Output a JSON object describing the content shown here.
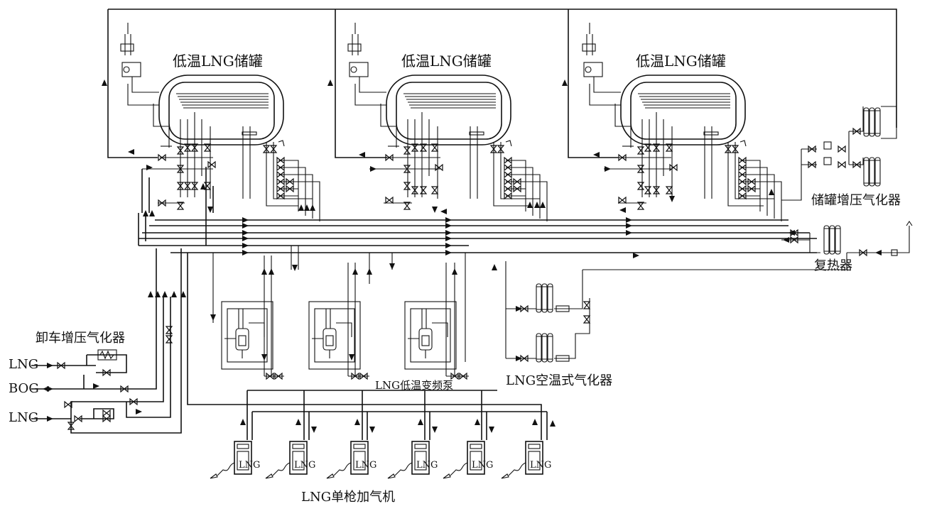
{
  "labels": {
    "tank_1": "低温LNG储罐",
    "tank_2": "低温LNG储罐",
    "tank_3": "低温LNG储罐",
    "tank_pressurizing_vaporizer": "储罐增压气化器",
    "reheater": "复热器",
    "unloading_pressurizing_vaporizer": "卸车增压气化器",
    "inlet_lng_top": "LNG",
    "inlet_bog": "BOG",
    "inlet_lng_bottom": "LNG",
    "pump_label": "LNG低温变频泵",
    "ambient_vaporizer": "LNG空温式气化器",
    "dispenser_label": "LNG单枪加气机"
  },
  "dispensers": [
    {
      "text": "LNG"
    },
    {
      "text": "LNG"
    },
    {
      "text": "LNG"
    },
    {
      "text": "LNG"
    },
    {
      "text": "LNG"
    },
    {
      "text": "LNG"
    }
  ],
  "icons": {
    "tank": "horizontal-cryogenic-tank",
    "valve": "bowtie-valve",
    "vaporizer": "finned-vaporizer",
    "pump": "submerged-pump",
    "dispenser": "fuel-dispenser"
  }
}
